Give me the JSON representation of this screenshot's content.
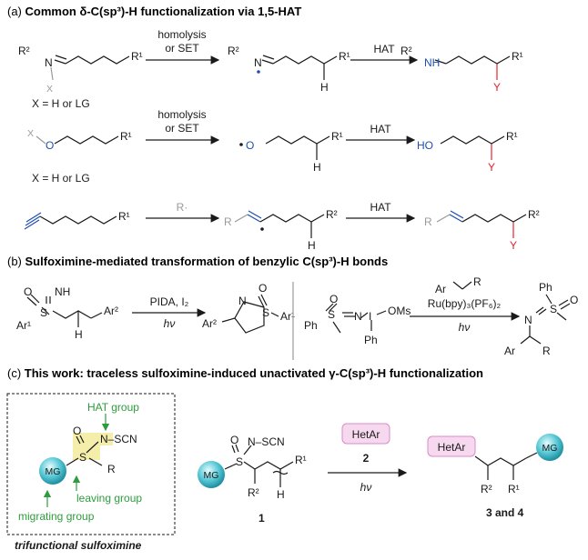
{
  "colors": {
    "ink": "#1a1a1a",
    "red": "#e8202a",
    "blue": "#1f4fb0",
    "gray": "#9a9a9a",
    "green": "#2e9c3e",
    "pink": "#f7d9ef",
    "pink_edge": "#d88cc8",
    "teal": "#4dc7d6",
    "yellow": "#f4eeaa"
  },
  "a": {
    "lead": "(a)",
    "title": "Common δ-C(sp³)-H functionalization via 1,5-HAT",
    "row1": {
      "arrow1_top": "homolysis",
      "arrow1_bottom": "or SET",
      "arrow2": "HAT",
      "note": "X = H or LG",
      "r2": "R²",
      "r1": "R¹",
      "n": "N",
      "x": "X",
      "h": "H",
      "nh": "NH",
      "y": "Y"
    },
    "row2": {
      "arrow1_top": "homolysis",
      "arrow1_bottom": "or SET",
      "arrow2": "HAT",
      "note": "X = H or LG",
      "x": "X",
      "o": "O",
      "r1": "R¹",
      "h": "H",
      "ho": "HO",
      "y": "Y"
    },
    "row3": {
      "reagent": "R·",
      "arrow2": "HAT",
      "r1": "R¹",
      "r": "R",
      "r2": "R²",
      "h": "H",
      "y": "Y"
    }
  },
  "b": {
    "lead": "(b)",
    "title": "Sulfoximine-mediated transformation of benzylic C(sp³)-H bonds",
    "left": {
      "o": "O",
      "nh": "NH",
      "s": "S",
      "ar1": "Ar¹",
      "ar2": "Ar²",
      "h": "H",
      "reagent": "PIDA, I₂",
      "cond": "hν",
      "prod_n": "N",
      "prod_o": "O",
      "prod_s": "S",
      "prod_ar1": "Ar¹",
      "prod_ar2": "Ar²"
    },
    "right": {
      "s": "S",
      "n": "N",
      "i": "I",
      "ph_s": "Ph",
      "ph_i": "Ph",
      "oms": "OMs",
      "eq_o": "O",
      "sub_ar": "Ar",
      "sub_r": "R",
      "catalyst": "Ru(bpy)₃(PF₆)₂",
      "cond": "hν",
      "prod_ph": "Ph",
      "prod_s": "S",
      "prod_o": "O",
      "prod_n": "N",
      "prod_ar": "Ar",
      "prod_r": "R"
    }
  },
  "c": {
    "lead": "(c)",
    "title": "This work: traceless sulfoximine-induced unactivated γ-C(sp³)-H functionalization",
    "box": {
      "hat": "HAT group",
      "nscn": "N–SCN",
      "mg": "MG",
      "o": "O",
      "s": "S",
      "r": "R",
      "leaving": "leaving group",
      "migrating": "migrating group",
      "caption": "trifunctional sulfoximine"
    },
    "substrate": {
      "mg": "MG",
      "o": "O",
      "s": "S",
      "nscn": "N–SCN",
      "r1": "R¹",
      "r2": "R²",
      "h": "H",
      "num": "1"
    },
    "reagent": {
      "hetar": "HetAr",
      "num": "2",
      "cond": "hν"
    },
    "product": {
      "hetar": "HetAr",
      "mg": "MG",
      "r1": "R¹",
      "r2": "R²",
      "num": "3 and 4"
    }
  }
}
